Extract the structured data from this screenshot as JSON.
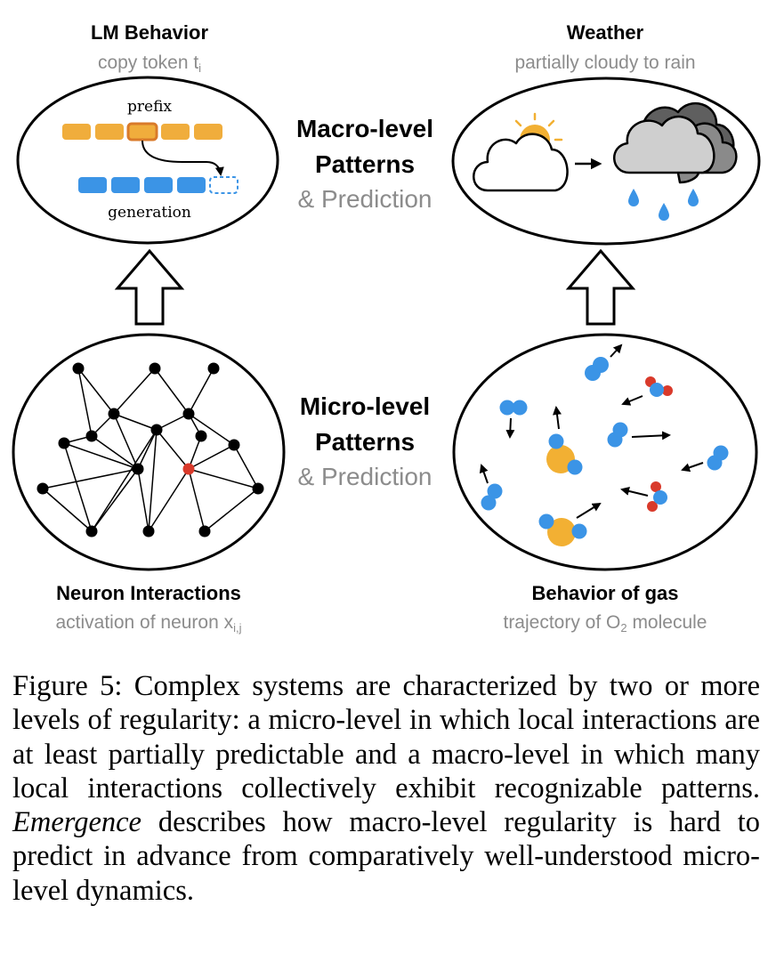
{
  "panels": {
    "lm": {
      "title": "LM Behavior",
      "subtitle": "copy token t",
      "subtitle_sub": "i",
      "prefix_label": "prefix",
      "generation_label": "generation"
    },
    "weather": {
      "title": "Weather",
      "subtitle": "partially cloudy to rain"
    },
    "neuron": {
      "title": "Neuron Interactions",
      "subtitle": "activation of neuron x",
      "subtitle_sub": "i,j"
    },
    "gas": {
      "title": "Behavior of gas",
      "subtitle_pre": "trajectory of O",
      "subtitle_sub": "2",
      "subtitle_post": " molecule"
    }
  },
  "levels": {
    "macro": {
      "line1": "Macro-level",
      "line2": "Patterns",
      "line3": "& Prediction"
    },
    "micro": {
      "line1": "Micro-level",
      "line2": "Patterns",
      "line3": "& Prediction"
    }
  },
  "caption": {
    "label": "Figure 5:",
    "text_before": " Complex systems are characterized by two or more levels of regularity: a micro-level in which local interactions are at least partially predictable and a macro-level in which many local interactions collectively exhibit recognizable patterns. ",
    "emphasis": "Emergence",
    "text_after": " describes how macro-level regularity is hard to predict in advance from comparatively well-understood micro-level dynamics."
  },
  "colors": {
    "prefix_token": "#f0ad3c",
    "generation_token": "#3b94e6",
    "highlight_token_border": "#d97a2a",
    "active_neuron": "#d93a2b",
    "gas_blue": "#3b94e6",
    "gas_orange": "#f2b033",
    "gas_red": "#d93a2b",
    "sun": "#f2b033",
    "rain": "#3b94e6",
    "gray_text": "#8c8c8c"
  }
}
